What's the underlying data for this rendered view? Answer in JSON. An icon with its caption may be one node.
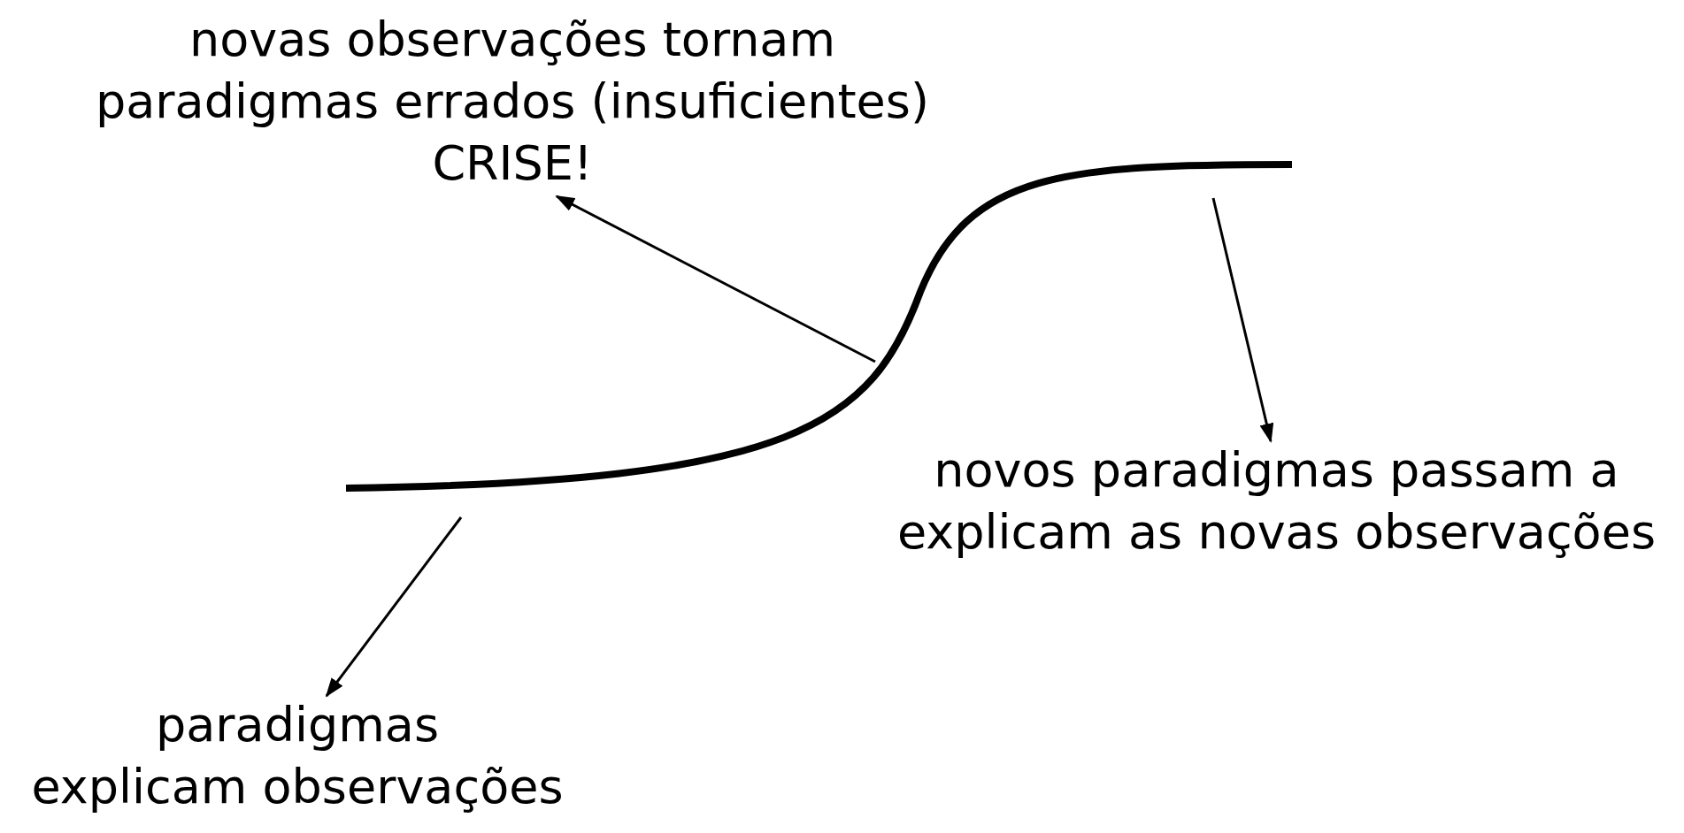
{
  "diagram": {
    "nodes": [
      {
        "text": [
          "novas observações tornam paradigmas errados (insuficientes) CRISE!"
        ]
      },
      {
        "text": [],
        "shape": "curve"
      },
      {
        "text": [
          "novos paradigmas passam a explicam as novas observações"
        ]
      },
      {
        "text": [
          "paradigmas explicam observações"
        ]
      }
    ],
    "edges": [
      {
        "from": 1,
        "to": 0,
        "arrow": "to"
      },
      {
        "from": 1,
        "to": 2,
        "arrow": "to"
      },
      {
        "from": 1,
        "to": 3,
        "arrow": "to"
      }
    ]
  }
}
